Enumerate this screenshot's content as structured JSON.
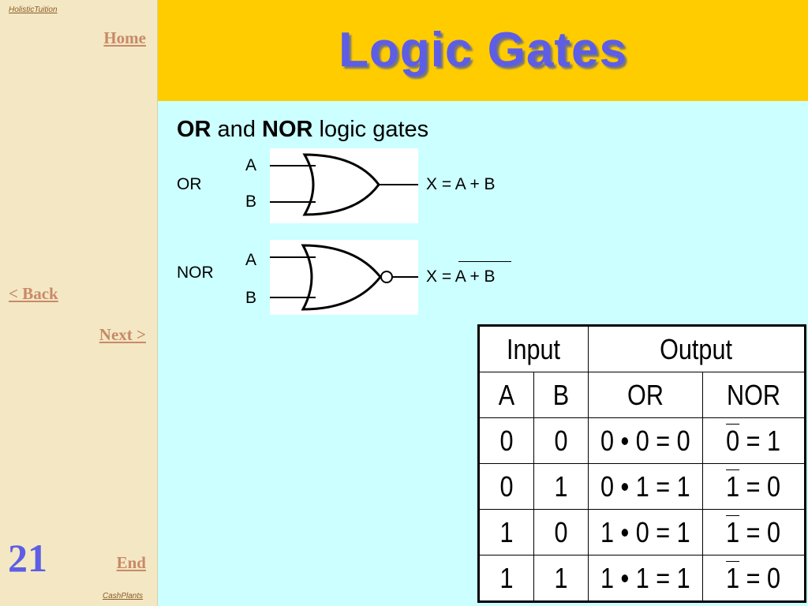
{
  "sidebar": {
    "brand_top": "HolisticTuition",
    "home": "Home",
    "back": "< Back",
    "next": "Next >",
    "end": "End",
    "slide_number": "21",
    "brand_bottom": "CashPlants"
  },
  "header": {
    "title": "Logic Gates"
  },
  "intro": {
    "or_word": "OR",
    "and_word": " and ",
    "nor_word": "NOR",
    "rest": " logic gates"
  },
  "or_gate": {
    "name": "OR",
    "input_a": "A",
    "input_b": "B",
    "expression": "X = A + B"
  },
  "nor_gate": {
    "name": "NOR",
    "input_a": "A",
    "input_b": "B",
    "expression_prefix": "X = ",
    "expression_overlined": "A + B"
  },
  "truth_table": {
    "group_headers": [
      "Input",
      "Output"
    ],
    "columns": [
      "A",
      "B",
      "OR",
      "NOR"
    ],
    "rows": [
      {
        "a": "0",
        "b": "0",
        "or": "0 • 0 = 0",
        "nor_bar": "0",
        "nor_rest": " = 1"
      },
      {
        "a": "0",
        "b": "1",
        "or": "0 • 1 = 1",
        "nor_bar": "1",
        "nor_rest": " = 0"
      },
      {
        "a": "1",
        "b": "0",
        "or": "1 • 0 = 1",
        "nor_bar": "1",
        "nor_rest": " = 0"
      },
      {
        "a": "1",
        "b": "1",
        "or": "1 • 1 = 1",
        "nor_bar": "1",
        "nor_rest": " = 0"
      }
    ]
  }
}
